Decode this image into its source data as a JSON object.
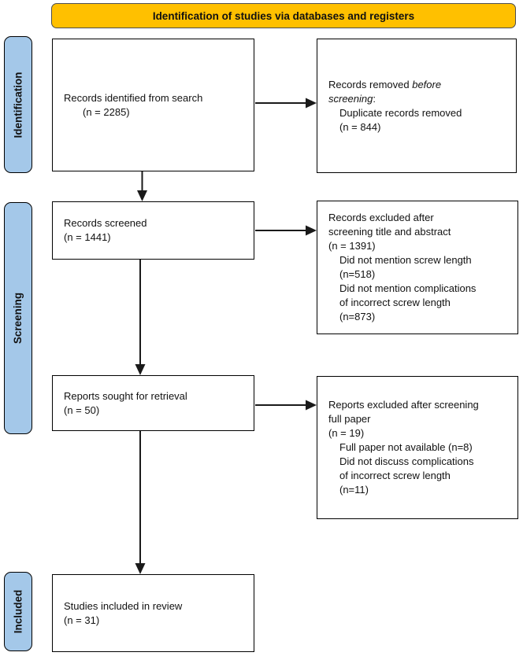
{
  "banner": {
    "label": "Identification of studies via databases and registers"
  },
  "colors": {
    "banner_fill": "#FFC000",
    "stage_tab_fill": "#A4C8E9",
    "box_border": "#000000",
    "arrow": "#1a1a1a"
  },
  "stages": [
    {
      "label": "Identification"
    },
    {
      "label": "Screening"
    },
    {
      "label": "Included"
    }
  ],
  "boxes": {
    "identified": {
      "lines": [
        {
          "indent": 0,
          "segments": [
            {
              "text": "Records identified from search"
            }
          ]
        },
        {
          "indent": 2,
          "segments": [
            {
              "text": "(n = 2285)"
            }
          ]
        }
      ]
    },
    "removed": {
      "lines": [
        {
          "indent": 0,
          "segments": [
            {
              "text": "Records removed "
            },
            {
              "text": "before",
              "italic": true
            }
          ]
        },
        {
          "indent": 0,
          "segments": [
            {
              "text": "screening",
              "italic": true
            },
            {
              "text": ":"
            }
          ]
        },
        {
          "indent": 1,
          "segments": [
            {
              "text": "Duplicate records removed"
            }
          ]
        },
        {
          "indent": 1,
          "segments": [
            {
              "text": "(n = 844)"
            }
          ]
        }
      ]
    },
    "screened": {
      "lines": [
        {
          "indent": 0,
          "segments": [
            {
              "text": "Records screened"
            }
          ]
        },
        {
          "indent": 0,
          "segments": [
            {
              "text": "(n = 1441)"
            }
          ]
        }
      ]
    },
    "excluded_title_abstract": {
      "lines": [
        {
          "indent": 0,
          "segments": [
            {
              "text": "Records excluded after"
            }
          ]
        },
        {
          "indent": 0,
          "segments": [
            {
              "text": "screening title and abstract"
            }
          ]
        },
        {
          "indent": 0,
          "segments": [
            {
              "text": "(n = 1391)"
            }
          ]
        },
        {
          "indent": 1,
          "segments": [
            {
              "text": "Did not mention screw length"
            }
          ]
        },
        {
          "indent": 1,
          "segments": [
            {
              "text": "(n=518)"
            }
          ]
        },
        {
          "indent": 1,
          "segments": [
            {
              "text": "Did not mention complications"
            }
          ]
        },
        {
          "indent": 1,
          "segments": [
            {
              "text": "of incorrect screw length"
            }
          ]
        },
        {
          "indent": 1,
          "segments": [
            {
              "text": "(n=873)"
            }
          ]
        }
      ]
    },
    "sought": {
      "lines": [
        {
          "indent": 0,
          "segments": [
            {
              "text": "Reports sought for retrieval"
            }
          ]
        },
        {
          "indent": 0,
          "segments": [
            {
              "text": "(n = 50)"
            }
          ]
        }
      ]
    },
    "excluded_full_paper": {
      "lines": [
        {
          "indent": 0,
          "segments": [
            {
              "text": "Reports excluded after screening"
            }
          ]
        },
        {
          "indent": 0,
          "segments": [
            {
              "text": "full paper"
            }
          ]
        },
        {
          "indent": 0,
          "segments": [
            {
              "text": "(n = 19)"
            }
          ]
        },
        {
          "indent": 1,
          "segments": [
            {
              "text": "Full paper not available (n=8)"
            }
          ]
        },
        {
          "indent": 1,
          "segments": [
            {
              "text": "Did not discuss complications"
            }
          ]
        },
        {
          "indent": 1,
          "segments": [
            {
              "text": "of incorrect screw length"
            }
          ]
        },
        {
          "indent": 1,
          "segments": [
            {
              "text": "(n=11)"
            }
          ]
        }
      ]
    },
    "included_review": {
      "lines": [
        {
          "indent": 0,
          "segments": [
            {
              "text": "Studies included in review"
            }
          ]
        },
        {
          "indent": 0,
          "segments": [
            {
              "text": "(n = 31)"
            }
          ]
        }
      ]
    }
  }
}
